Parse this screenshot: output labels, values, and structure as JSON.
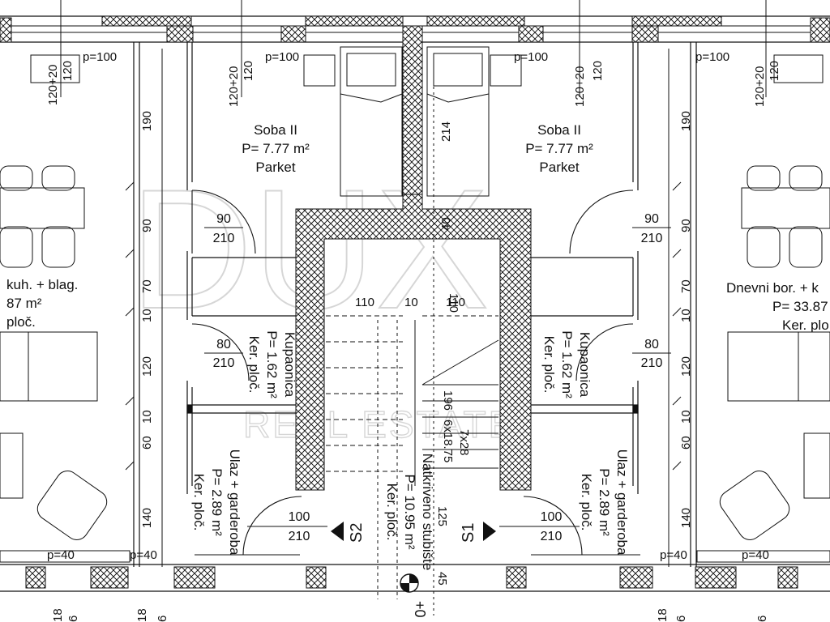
{
  "plan": {
    "watermark": {
      "brand": "DUX",
      "sub": "REAL ESTATE"
    },
    "rooms": {
      "soba_left": {
        "name": "Soba II",
        "area": "P= 7.77 m²",
        "floor": "Parket"
      },
      "soba_right": {
        "name": "Soba II",
        "area": "P= 7.77 m²",
        "floor": "Parket"
      },
      "dnevni_left": {
        "name": "kuh. + blag.",
        "area": "87 m²",
        "floor": "ploč."
      },
      "dnevni_right": {
        "name": "Dnevni bor. + k",
        "area": "P= 33.87",
        "floor": "Ker. plo"
      },
      "kupaonica_left": {
        "name": "Kupaonica",
        "area": "P= 1.62 m²",
        "floor": "Ker. ploč."
      },
      "kupaonica_right": {
        "name": "Kupaonica",
        "area": "P= 1.62 m²",
        "floor": "Ker. ploč."
      },
      "ulaz_left": {
        "name": "Ulaz + garderoba",
        "area": "P= 2.89 m²",
        "floor": "Ker. ploč."
      },
      "ulaz_right": {
        "name": "Ulaz + garderoba",
        "area": "P= 2.89 m²",
        "floor": "Ker. ploč."
      },
      "stubiste": {
        "name": "Natkriveno stubište",
        "area": "P= 10.95 m²",
        "floor": "Ker. ploč."
      }
    },
    "windows": {
      "w1": {
        "p": "p=100",
        "a": "120",
        "b": "120+20"
      },
      "w2": {
        "p": "p=100",
        "a": "120",
        "b": "120+20"
      },
      "w3": {
        "p": "p=100",
        "a": "120",
        "b": "120+20"
      },
      "w4": {
        "p": "p=100",
        "a": "120",
        "b": "120+20"
      }
    },
    "doors": {
      "d_soba_l": {
        "w": "90",
        "h": "210"
      },
      "d_soba_r": {
        "w": "90",
        "h": "210"
      },
      "d_kup_l": {
        "w": "80",
        "h": "210"
      },
      "d_kup_r": {
        "w": "80",
        "h": "210"
      },
      "d_ulaz_l": {
        "w": "100",
        "h": "210"
      },
      "d_ulaz_r": {
        "w": "100",
        "h": "210"
      }
    },
    "sections": {
      "s1": "S1",
      "s2": "S2"
    },
    "dims_left": [
      "190",
      "90",
      "70",
      "10",
      "120",
      "10",
      "60",
      "140"
    ],
    "dims_right": [
      "190",
      "90",
      "70",
      "10",
      "120",
      "10",
      "60",
      "140"
    ],
    "bottom": {
      "p1": "p=40",
      "p2": "p=40",
      "p3": "p=40",
      "p4": "p=40",
      "b1": "18",
      "b2": "18",
      "b3": "6",
      "b4": "6",
      "b5": "18",
      "b6": "6",
      "b7": "6"
    },
    "stair": {
      "d214": "214",
      "d40": "40",
      "d110a": "110",
      "d10": "10",
      "d110b": "110",
      "steps": "7x28",
      "count": "6x18.75",
      "d196": "196",
      "d125": "125",
      "d45": "45",
      "level": "+0"
    }
  }
}
